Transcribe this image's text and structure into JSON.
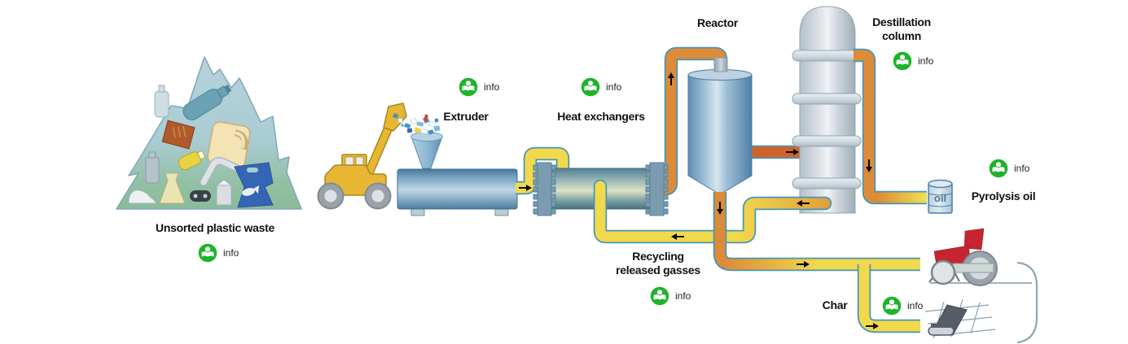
{
  "labels": {
    "unsorted_plastic_waste": "Unsorted plastic waste",
    "extruder": "Extruder",
    "heat_exchangers": "Heat exchangers",
    "reactor": "Reactor",
    "destillation_column": {
      "line1": "Destillation",
      "line2": "column"
    },
    "pyrolysis_oil": "Pyrolysis oil",
    "recycling_released_gasses": {
      "line1": "Recycling",
      "line2": "released gasses"
    },
    "char": "Char",
    "oil_barrel": "oil"
  },
  "info_button_label": "info",
  "icons": {
    "info": "reading-person-in-green-circle"
  },
  "colors": {
    "info_green": "#1fb32a",
    "pipe_yellow": "#f2d84b",
    "pipe_orange": "#dd8b38",
    "pipe_red": "#d2622c",
    "pipe_border": "#4596ba",
    "machine_blue": "#7ba5c2",
    "column_gray": "#dfe5e9"
  }
}
